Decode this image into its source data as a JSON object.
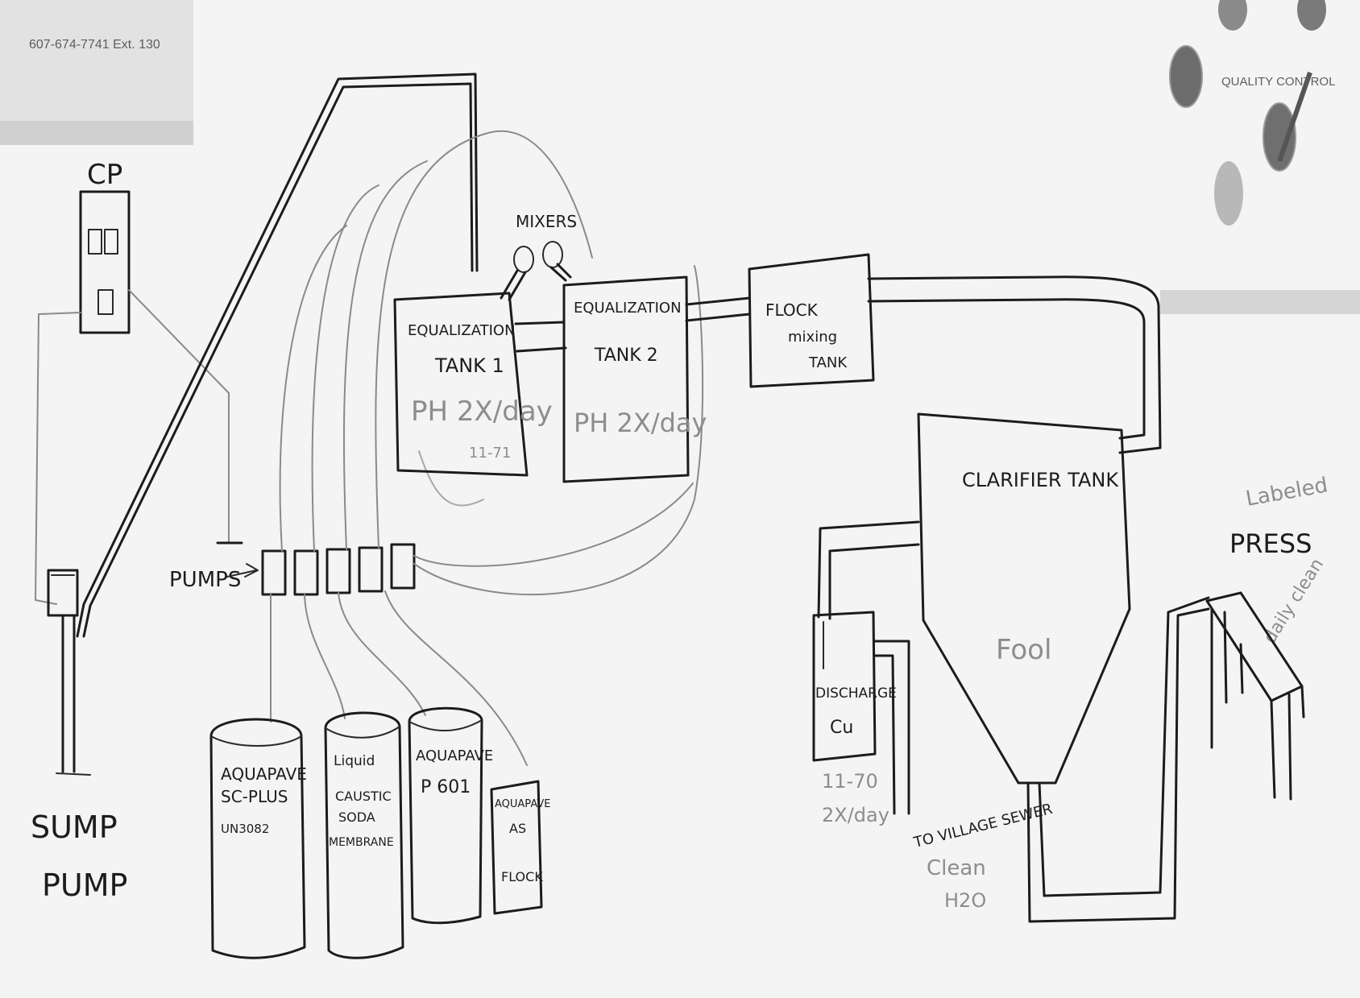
{
  "header": {
    "line1": "",
    "phone": "607-674-7741 Ext. 130"
  },
  "quality_control": "QUALITY CONTROL",
  "cp": {
    "label": "CP"
  },
  "sump_pump": {
    "line1": "SUMP",
    "line2": "PUMP"
  },
  "pumps": {
    "label": "PUMPS"
  },
  "mixers": {
    "label": "MIXERS"
  },
  "eq_tank_1": {
    "line1": "EQUALIZATION",
    "line2": "TANK 1",
    "note": "PH 2X/day",
    "note2": "11-71"
  },
  "eq_tank_2": {
    "line1": "EQUALIZATION",
    "line2": "TANK 2",
    "note": "PH 2X/day"
  },
  "flock_tank": {
    "line1": "FLOCK",
    "line2": "mixing",
    "line3": "TANK"
  },
  "clarifier": {
    "label": "CLARIFIER TANK",
    "note": "Fool"
  },
  "press": {
    "label": "PRESS",
    "note_top": "Labeled",
    "note_side": "daily clean"
  },
  "discharge": {
    "line1": "DISCHARGE",
    "line2": "Cu",
    "code": "11-70",
    "freq": "2X/day"
  },
  "sewer": {
    "line1": "TO VILLAGE SEWER",
    "line2": "Clean",
    "line3": "H2O"
  },
  "chemicals": [
    {
      "line1": "AQUAPAVE",
      "line2": "SC-PLUS",
      "line3": "UN3082"
    },
    {
      "line1": "Liquid",
      "line2": "CAUSTIC",
      "line3": "SODA",
      "line4": "MEMBRANE"
    },
    {
      "line1": "AQUAPAVE",
      "line2": "P 601"
    },
    {
      "line1": "AQUAPAVE",
      "line2": "AS",
      "line3": "FLOCK"
    }
  ]
}
